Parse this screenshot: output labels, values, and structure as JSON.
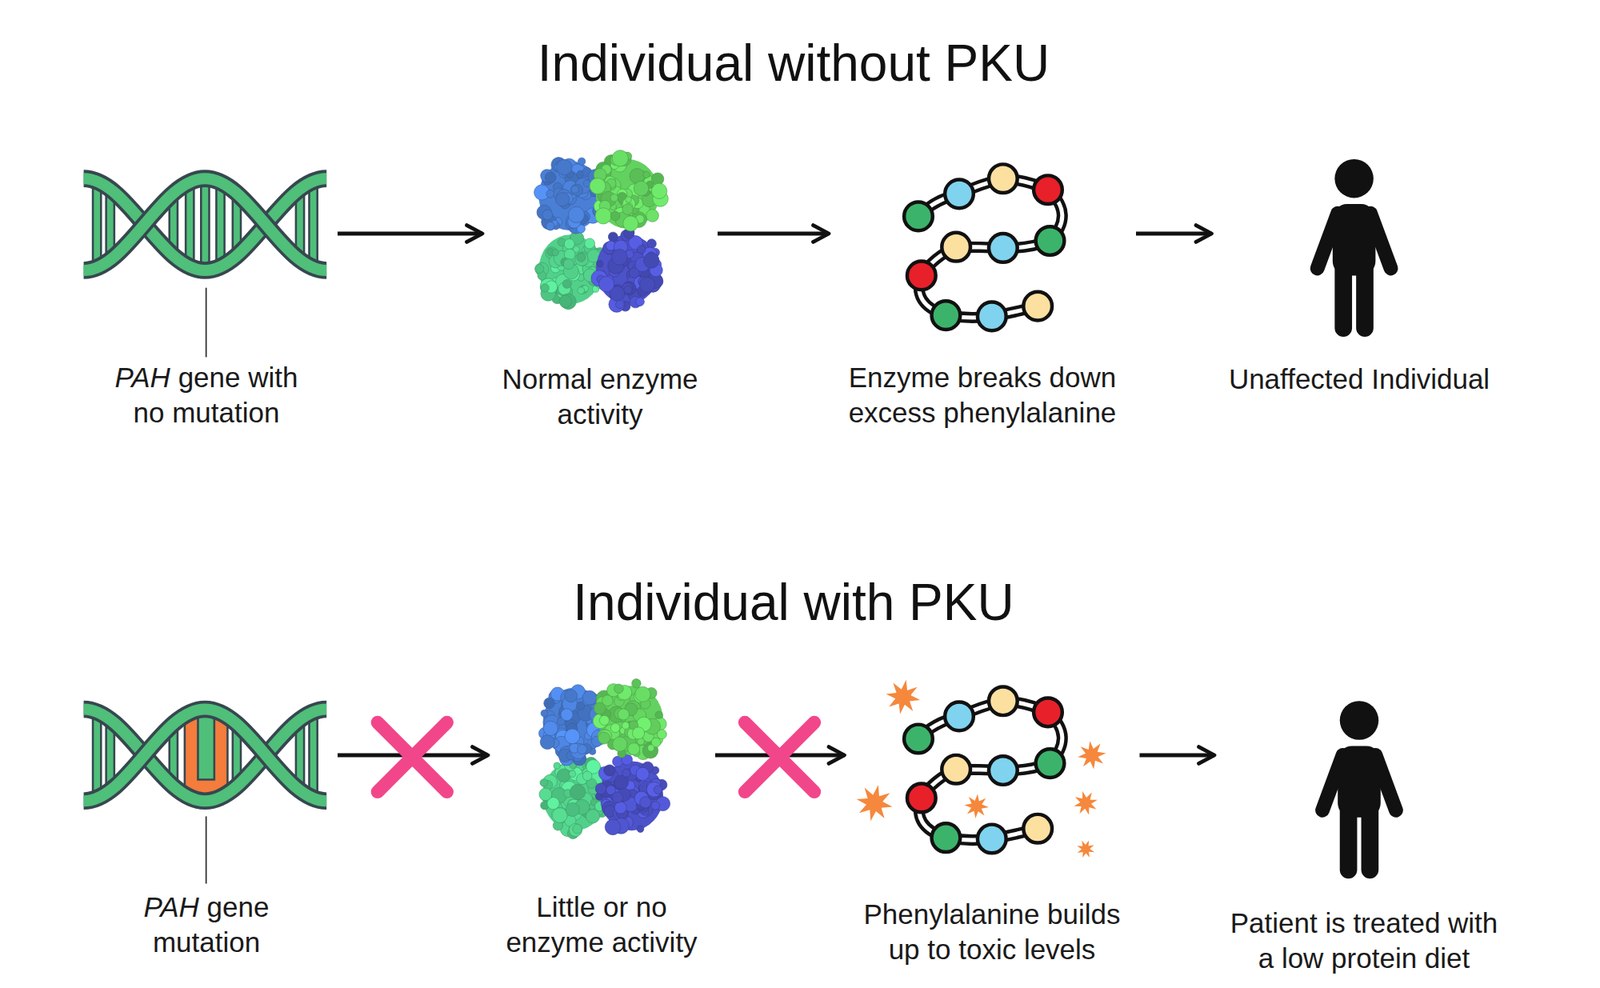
{
  "diagram": {
    "nodes": [
      {
        "text": [
          "PAH gene with no mutation"
        ]
      },
      {
        "text": [
          "Normal enzyme activity"
        ]
      },
      {
        "text": [
          "Enzyme breaks down excess phenylalanine"
        ]
      },
      {
        "text": [
          "Unaffected Individual"
        ]
      },
      {
        "text": [
          "PAH gene mutation"
        ]
      },
      {
        "text": [
          "Little or no enzyme activity"
        ]
      },
      {
        "text": [
          "Phenylalanine builds up to toxic levels"
        ]
      },
      {
        "text": [
          "Patient is treated with a low protein diet"
        ]
      }
    ],
    "edges": [
      {
        "from": 0,
        "to": 1,
        "arrow": "to"
      },
      {
        "from": 1,
        "to": 2,
        "arrow": "to"
      },
      {
        "from": 2,
        "to": 3,
        "arrow": "to"
      },
      {
        "from": 4,
        "to": 5,
        "arrow": "to"
      },
      {
        "from": 5,
        "to": 6,
        "arrow": "to"
      },
      {
        "from": 6,
        "to": 7,
        "arrow": "to"
      }
    ],
    "labels": [
      "Individual without PKU",
      "Individual with PKU"
    ]
  }
}
